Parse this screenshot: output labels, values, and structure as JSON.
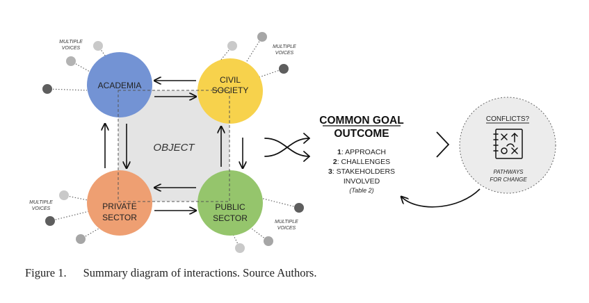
{
  "nodes": {
    "academia": "ACADEMIA",
    "civil_1": "CIVIL",
    "civil_2": "SOCIETY",
    "private_1": "PRIVATE",
    "private_2": "SECTOR",
    "public_1": "PUBLIC",
    "public_2": "SECTOR"
  },
  "object_label": "OBJECT",
  "voices": {
    "line1": "MULTIPLE",
    "line2": "VOICES"
  },
  "goal": {
    "line1": "COMMON GOAL",
    "line2": "OUTCOME"
  },
  "list": {
    "n1": "1",
    "t1": ": APPROACH",
    "n2": "2",
    "t2": ": CHALLENGES",
    "n3": "3",
    "t3": ": STAKEHOLDERS",
    "t3b": "INVOLVED",
    "note": "(Table 2)"
  },
  "conflicts": {
    "title": "CONFLICTS?",
    "line1": "PATHWAYS",
    "line2": "FOR CHANGE"
  },
  "caption": {
    "label": "Figure 1.",
    "text": "Summary diagram of interactions. Source Authors."
  },
  "colors": {
    "academia": "#7393d4",
    "civil": "#f7d24c",
    "private": "#ee9f72",
    "public": "#95c56c",
    "object_box": "#e4e4e4",
    "conflict_circle": "#ececec"
  },
  "icons": [
    "shuffle-arrows-icon",
    "chevron-right-icon",
    "strategy-notebook-icon"
  ]
}
